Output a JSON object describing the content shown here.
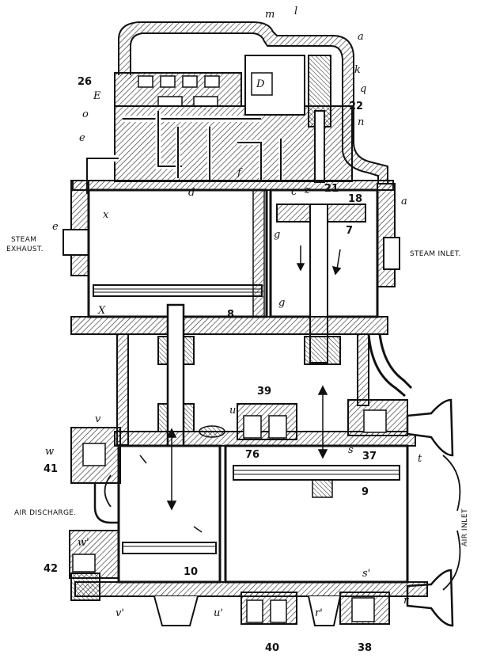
{
  "figure": {
    "captions": {
      "steam_exhaust_1": "STEAM",
      "steam_exhaust_2": "EXHAUST.",
      "steam_inlet": "STEAM INLET.",
      "air_discharge": "AIR DISCHARGE.",
      "air_inlet": "AIR INLET"
    },
    "numbers": {
      "n26": "26",
      "n22": "22",
      "n21": "21",
      "n18": "18",
      "n7": "7",
      "n8": "8",
      "n39": "39",
      "n76": "76",
      "n37": "37",
      "n41": "41",
      "n9": "9",
      "n10": "10",
      "n42": "42",
      "n40": "40",
      "n38": "38"
    },
    "letters": {
      "m": "m",
      "l": "l",
      "a_top": "a",
      "k": "k",
      "q": "q",
      "n": "n",
      "E": "E",
      "D": "D",
      "o": "o",
      "e_upper": "e",
      "d": "d",
      "f": "f",
      "c": "c",
      "z": "z",
      "a_right": "a",
      "e_left": "e",
      "x": "x",
      "g_upper": "g",
      "g_lower": "g",
      "X": "X",
      "u": "u",
      "v": "v",
      "w": "w",
      "s": "s",
      "t": "t",
      "w_prime": "w'",
      "v_prime": "v'",
      "u_prime": "u'",
      "r_prime": "r'",
      "s_prime": "s'",
      "r": "r"
    }
  },
  "colors": {
    "ink": "#111111",
    "paper": "#ffffff",
    "hatch": "#222222"
  }
}
